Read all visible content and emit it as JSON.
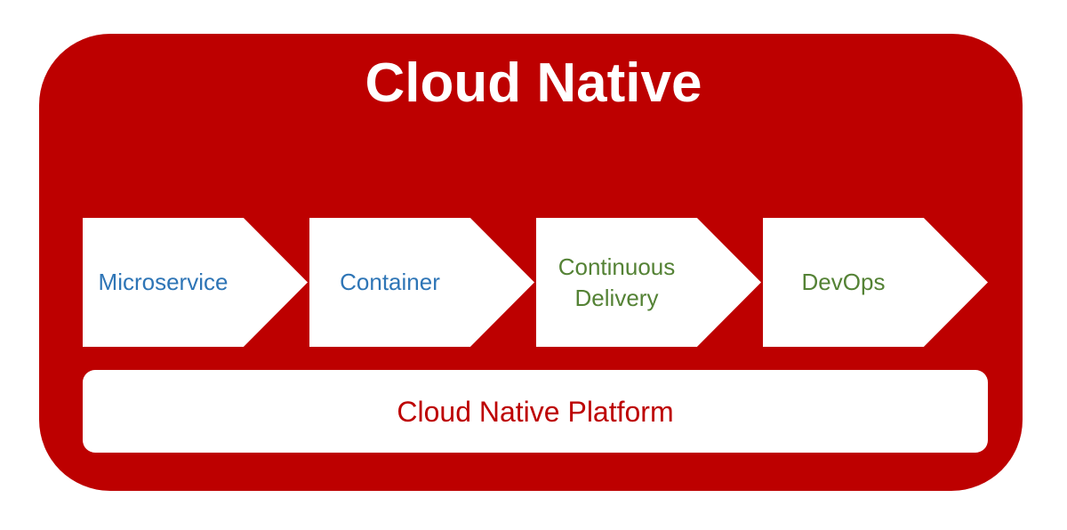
{
  "diagram": {
    "title": "Cloud Native",
    "steps": [
      {
        "label": "Microservice",
        "color": "#2e75b6"
      },
      {
        "label": "Container",
        "color": "#2e75b6"
      },
      {
        "label": "Continuous\nDelivery",
        "color": "#548235"
      },
      {
        "label": "DevOps",
        "color": "#548235"
      }
    ],
    "platform": {
      "label": "Cloud Native Platform",
      "color": "#bd0000"
    },
    "colors": {
      "frame": "#bd0000",
      "box": "#ffffff",
      "title": "#ffffff"
    }
  }
}
